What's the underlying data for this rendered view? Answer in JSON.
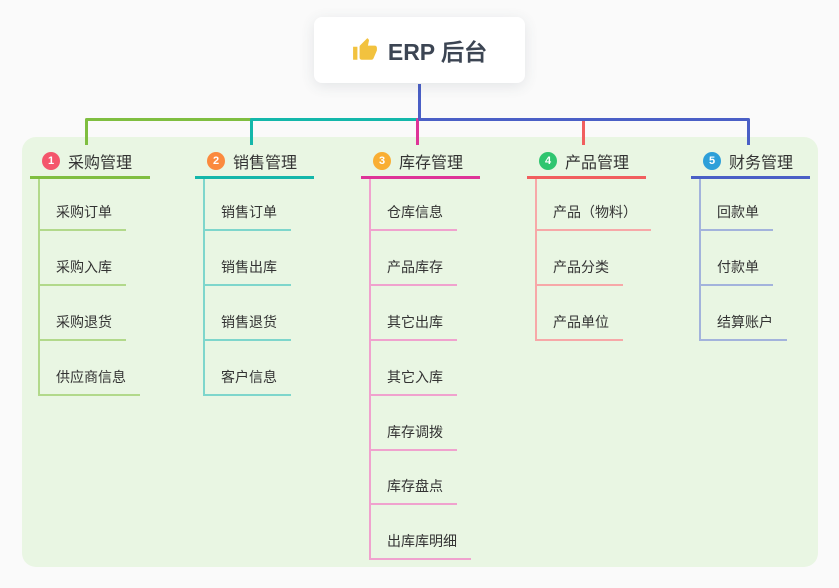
{
  "root": {
    "label": "ERP 后台",
    "icon": "thumbs-up",
    "icon_color": "#f2c23e",
    "connector_color": "#4a5fc6"
  },
  "canvas": {
    "page_background": "#fafafa",
    "panel_background": "#e9f6e3"
  },
  "branches": [
    {
      "index": "1",
      "label": "采购管理",
      "badge_color": "#f4566c",
      "line_color": "#7fbe40",
      "child_line_color": "#b2d98b",
      "children": [
        "采购订单",
        "采购入库",
        "采购退货",
        "供应商信息"
      ]
    },
    {
      "index": "2",
      "label": "销售管理",
      "badge_color": "#fb8a3e",
      "line_color": "#13b7aa",
      "child_line_color": "#7ed6cc",
      "children": [
        "销售订单",
        "销售出库",
        "销售退货",
        "客户信息"
      ]
    },
    {
      "index": "3",
      "label": "库存管理",
      "badge_color": "#f9ae33",
      "line_color": "#de3498",
      "child_line_color": "#f0a2ce",
      "children": [
        "仓库信息",
        "产品库存",
        "其它出库",
        "其它入库",
        "库存调拨",
        "库存盘点",
        "出库库明细"
      ]
    },
    {
      "index": "4",
      "label": "产品管理",
      "badge_color": "#2fc56f",
      "line_color": "#f15e5e",
      "child_line_color": "#f7a8a8",
      "children": [
        "产品（物料）",
        "产品分类",
        "产品单位"
      ]
    },
    {
      "index": "5",
      "label": "财务管理",
      "badge_color": "#2d9fd9",
      "line_color": "#4a5fc6",
      "child_line_color": "#a3b3dc",
      "children": [
        "回款单",
        "付款单",
        "结算账户"
      ]
    }
  ]
}
